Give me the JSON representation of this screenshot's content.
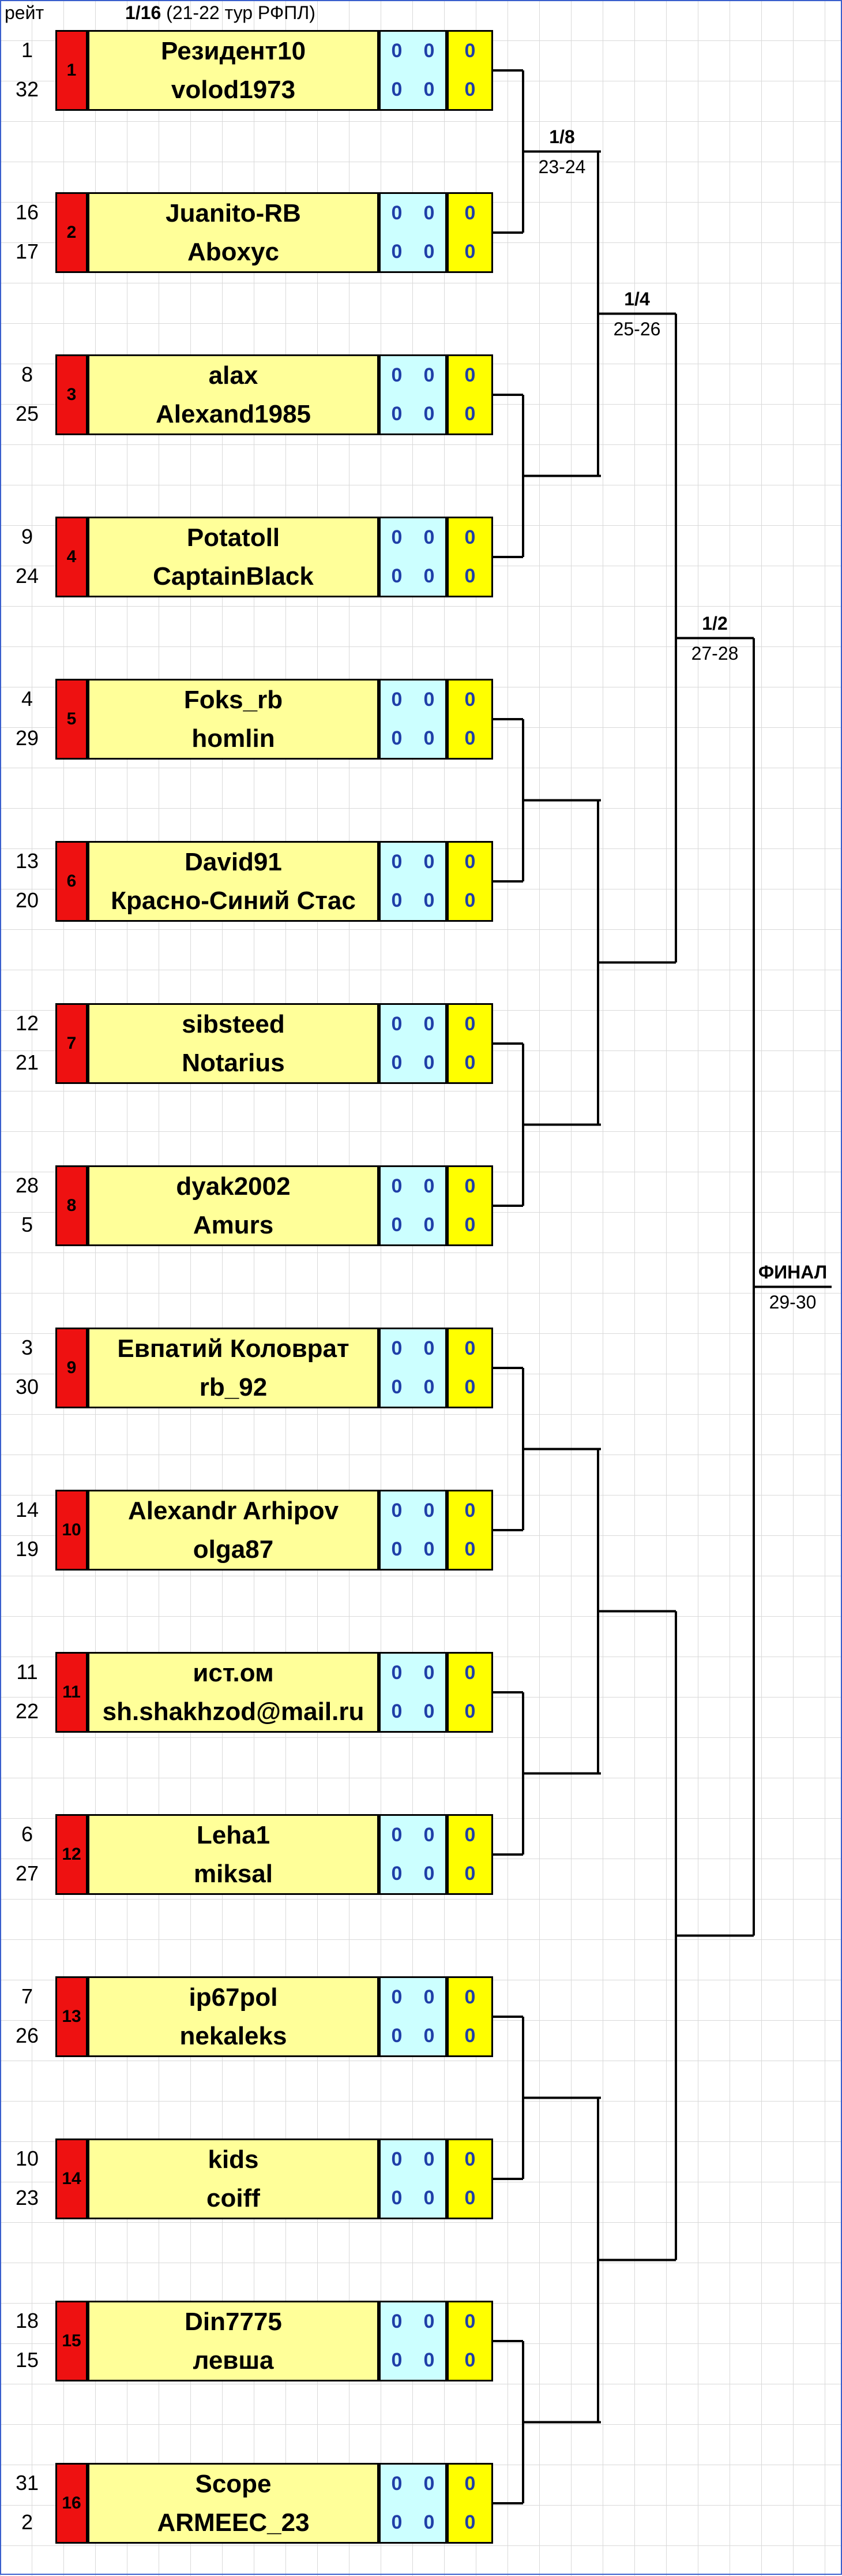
{
  "header": {
    "rating_label": "рейт",
    "round_label": "1/16",
    "round_note": "(21-22 тур РФПЛ)"
  },
  "rounds": [
    {
      "label": "1/8",
      "dates": "23-24"
    },
    {
      "label": "1/4",
      "dates": "25-26"
    },
    {
      "label": "1/2",
      "dates": "27-28"
    },
    {
      "label": "ФИНАЛ",
      "dates": "29-30"
    }
  ],
  "matches": [
    {
      "seed": "1",
      "rank_a": "1",
      "rank_b": "32",
      "player_a": "Резидент10",
      "player_b": "volod1973",
      "a1": "0",
      "a2": "0",
      "a_total": "0",
      "b1": "0",
      "b2": "0",
      "b_total": "0"
    },
    {
      "seed": "2",
      "rank_a": "16",
      "rank_b": "17",
      "player_a": "Juanito-RB",
      "player_b": "Aboxyc",
      "a1": "0",
      "a2": "0",
      "a_total": "0",
      "b1": "0",
      "b2": "0",
      "b_total": "0"
    },
    {
      "seed": "3",
      "rank_a": "8",
      "rank_b": "25",
      "player_a": "alax",
      "player_b": "Alexand1985",
      "a1": "0",
      "a2": "0",
      "a_total": "0",
      "b1": "0",
      "b2": "0",
      "b_total": "0"
    },
    {
      "seed": "4",
      "rank_a": "9",
      "rank_b": "24",
      "player_a": "Potatoll",
      "player_b": "CaptainBlack",
      "a1": "0",
      "a2": "0",
      "a_total": "0",
      "b1": "0",
      "b2": "0",
      "b_total": "0"
    },
    {
      "seed": "5",
      "rank_a": "4",
      "rank_b": "29",
      "player_a": "Foks_rb",
      "player_b": "homlin",
      "a1": "0",
      "a2": "0",
      "a_total": "0",
      "b1": "0",
      "b2": "0",
      "b_total": "0"
    },
    {
      "seed": "6",
      "rank_a": "13",
      "rank_b": "20",
      "player_a": "David91",
      "player_b": "Красно-Синий Стас",
      "a1": "0",
      "a2": "0",
      "a_total": "0",
      "b1": "0",
      "b2": "0",
      "b_total": "0"
    },
    {
      "seed": "7",
      "rank_a": "12",
      "rank_b": "21",
      "player_a": "sibsteed",
      "player_b": "Notarius",
      "a1": "0",
      "a2": "0",
      "a_total": "0",
      "b1": "0",
      "b2": "0",
      "b_total": "0"
    },
    {
      "seed": "8",
      "rank_a": "28",
      "rank_b": "5",
      "player_a": "dyak2002",
      "player_b": "Amurs",
      "a1": "0",
      "a2": "0",
      "a_total": "0",
      "b1": "0",
      "b2": "0",
      "b_total": "0"
    },
    {
      "seed": "9",
      "rank_a": "3",
      "rank_b": "30",
      "player_a": "Евпатий Коловрат",
      "player_b": "rb_92",
      "a1": "0",
      "a2": "0",
      "a_total": "0",
      "b1": "0",
      "b2": "0",
      "b_total": "0"
    },
    {
      "seed": "10",
      "rank_a": "14",
      "rank_b": "19",
      "player_a": "Alexandr Arhipov",
      "player_b": "olga87",
      "a1": "0",
      "a2": "0",
      "a_total": "0",
      "b1": "0",
      "b2": "0",
      "b_total": "0"
    },
    {
      "seed": "11",
      "rank_a": "11",
      "rank_b": "22",
      "player_a": "ист.ом",
      "player_b": "sh.shakhzod@mail.ru",
      "a1": "0",
      "a2": "0",
      "a_total": "0",
      "b1": "0",
      "b2": "0",
      "b_total": "0"
    },
    {
      "seed": "12",
      "rank_a": "6",
      "rank_b": "27",
      "player_a": "Leha1",
      "player_b": "miksal",
      "a1": "0",
      "a2": "0",
      "a_total": "0",
      "b1": "0",
      "b2": "0",
      "b_total": "0"
    },
    {
      "seed": "13",
      "rank_a": "7",
      "rank_b": "26",
      "player_a": "ip67pol",
      "player_b": "nekaleks",
      "a1": "0",
      "a2": "0",
      "a_total": "0",
      "b1": "0",
      "b2": "0",
      "b_total": "0"
    },
    {
      "seed": "14",
      "rank_a": "10",
      "rank_b": "23",
      "player_a": "kids",
      "player_b": "coiff",
      "a1": "0",
      "a2": "0",
      "a_total": "0",
      "b1": "0",
      "b2": "0",
      "b_total": "0"
    },
    {
      "seed": "15",
      "rank_a": "18",
      "rank_b": "15",
      "player_a": "Din7775",
      "player_b": "левша",
      "a1": "0",
      "a2": "0",
      "a_total": "0",
      "b1": "0",
      "b2": "0",
      "b_total": "0"
    },
    {
      "seed": "16",
      "rank_a": "31",
      "rank_b": "2",
      "player_a": "Scope",
      "player_b": "ARMEEC_23",
      "a1": "0",
      "a2": "0",
      "a_total": "0",
      "b1": "0",
      "b2": "0",
      "b_total": "0"
    }
  ],
  "colors": {
    "seed_bg": "#ee1111",
    "names_bg": "#ffff99",
    "scores_bg": "#ccffff",
    "total_bg": "#ffff00",
    "score_text": "#1f3fa8"
  }
}
